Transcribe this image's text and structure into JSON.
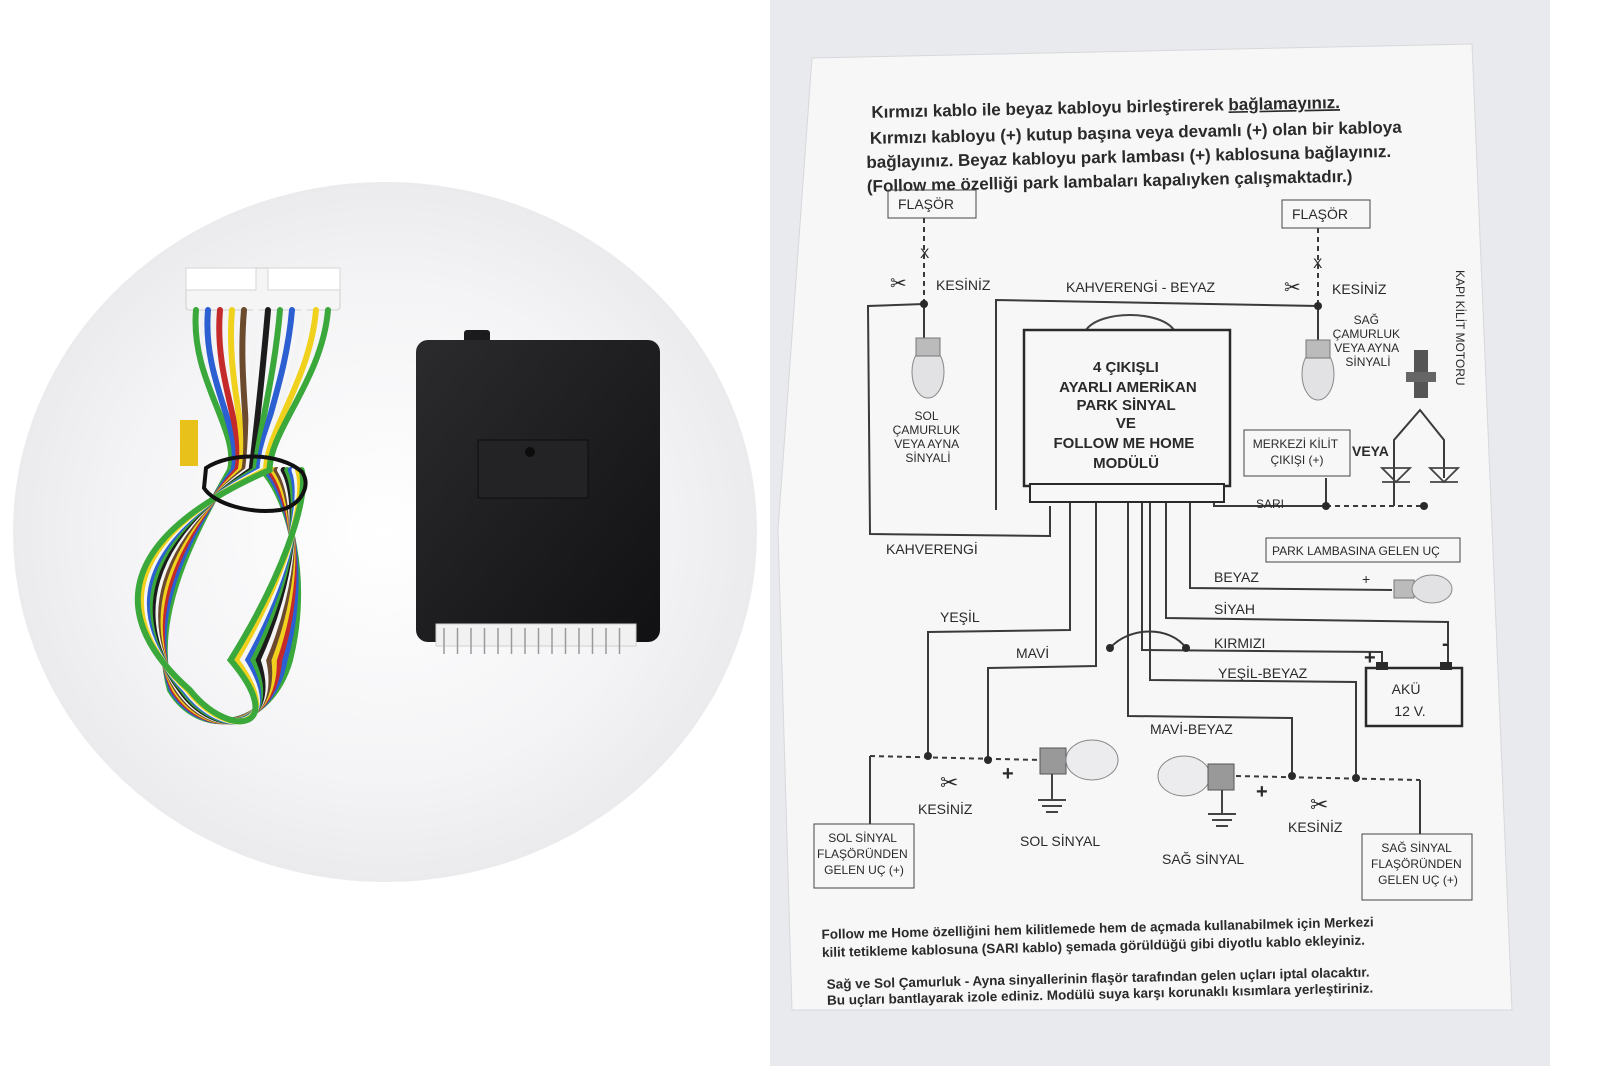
{
  "header": {
    "line1_a": "Kırmızı kablo ile beyaz kabloyu birleştirerek ",
    "line1_b": "bağlamayınız.",
    "line2": "Kırmızı kabloyu (+) kutup başına veya devamlı (+) olan bir kabloya",
    "line3": "bağlayınız. Beyaz kabloyu park lambası (+) kablosuna bağlayınız.",
    "line4": "(Follow me özelliği park lambaları kapalıyken çalışmaktadır.)"
  },
  "module": {
    "line1": "4 ÇIKIŞLI",
    "line2": "AYARLI  AMERİKAN",
    "line3": "PARK SİNYAL",
    "line4": "VE",
    "line5": "FOLLOW ME HOME",
    "line6": "MODÜLÜ"
  },
  "labels": {
    "flasor": "FLAŞÖR",
    "kesiniz": "KESİNİZ",
    "kahverengi_beyaz": "KAHVERENGİ - BEYAZ",
    "kahverengi": "KAHVERENGİ",
    "kapi_kilit_motoru": "KAPI KİLİT MOTORU",
    "sol_camurluk": [
      "SOL",
      "ÇAMURLUK",
      "VEYA AYNA",
      "SİNYALİ"
    ],
    "sag_camurluk": [
      "SAĞ",
      "ÇAMURLUK",
      "VEYA AYNA",
      "SİNYALİ"
    ],
    "merkezi_kilit": [
      "MERKEZİ KİLİT",
      "ÇIKIŞI  (+)"
    ],
    "veya": "VEYA",
    "sari": "SARI",
    "park_lambasina": "PARK LAMBASINA GELEN UÇ",
    "beyaz": "BEYAZ",
    "siyah": "SİYAH",
    "yesil": "YEŞİL",
    "mavi": "MAVİ",
    "kirmizi": "KIRMIZI",
    "yesil_beyaz": "YEŞİL-BEYAZ",
    "mavi_beyaz": "MAVİ-BEYAZ",
    "aku": [
      "AKÜ",
      "12 V."
    ],
    "plus": "+",
    "minus": "-",
    "sol_sinyal": "SOL SİNYAL",
    "sag_sinyal": "SAĞ SİNYAL",
    "sol_flasor_box": [
      "SOL SİNYAL",
      "FLAŞÖRÜNDEN",
      "GELEN UÇ (+)"
    ],
    "sag_flasor_box": [
      "SAĞ SİNYAL",
      "FLAŞÖRÜNDEN",
      "GELEN UÇ (+)"
    ]
  },
  "footer": {
    "p1_line1": "Follow me Home özelliğini hem kilitlemede hem de açmada kullanabilmek için Merkezi",
    "p1_line2": "kilit tetikleme kablosuna (SARI kablo) şemada görüldüğü gibi diyotlu kablo ekleyiniz.",
    "p2_line1": "Sağ ve Sol Çamurluk - Ayna sinyallerinin flaşör tarafından gelen uçları iptal olacaktır.",
    "p2_line2": "Bu uçları bantlayarak izole ediniz. Modülü suya karşı korunaklı kısımlara yerleştiriniz."
  },
  "colors": {
    "wire_green": "#3aa83a",
    "wire_blue": "#2c5fd1",
    "wire_red": "#c42a2a",
    "wire_yellow": "#f0d21e",
    "wire_brown": "#6b4a2e",
    "wire_white": "#f4f4f4",
    "wire_black": "#1c1c1c",
    "module_body": "#1d1d1f"
  }
}
